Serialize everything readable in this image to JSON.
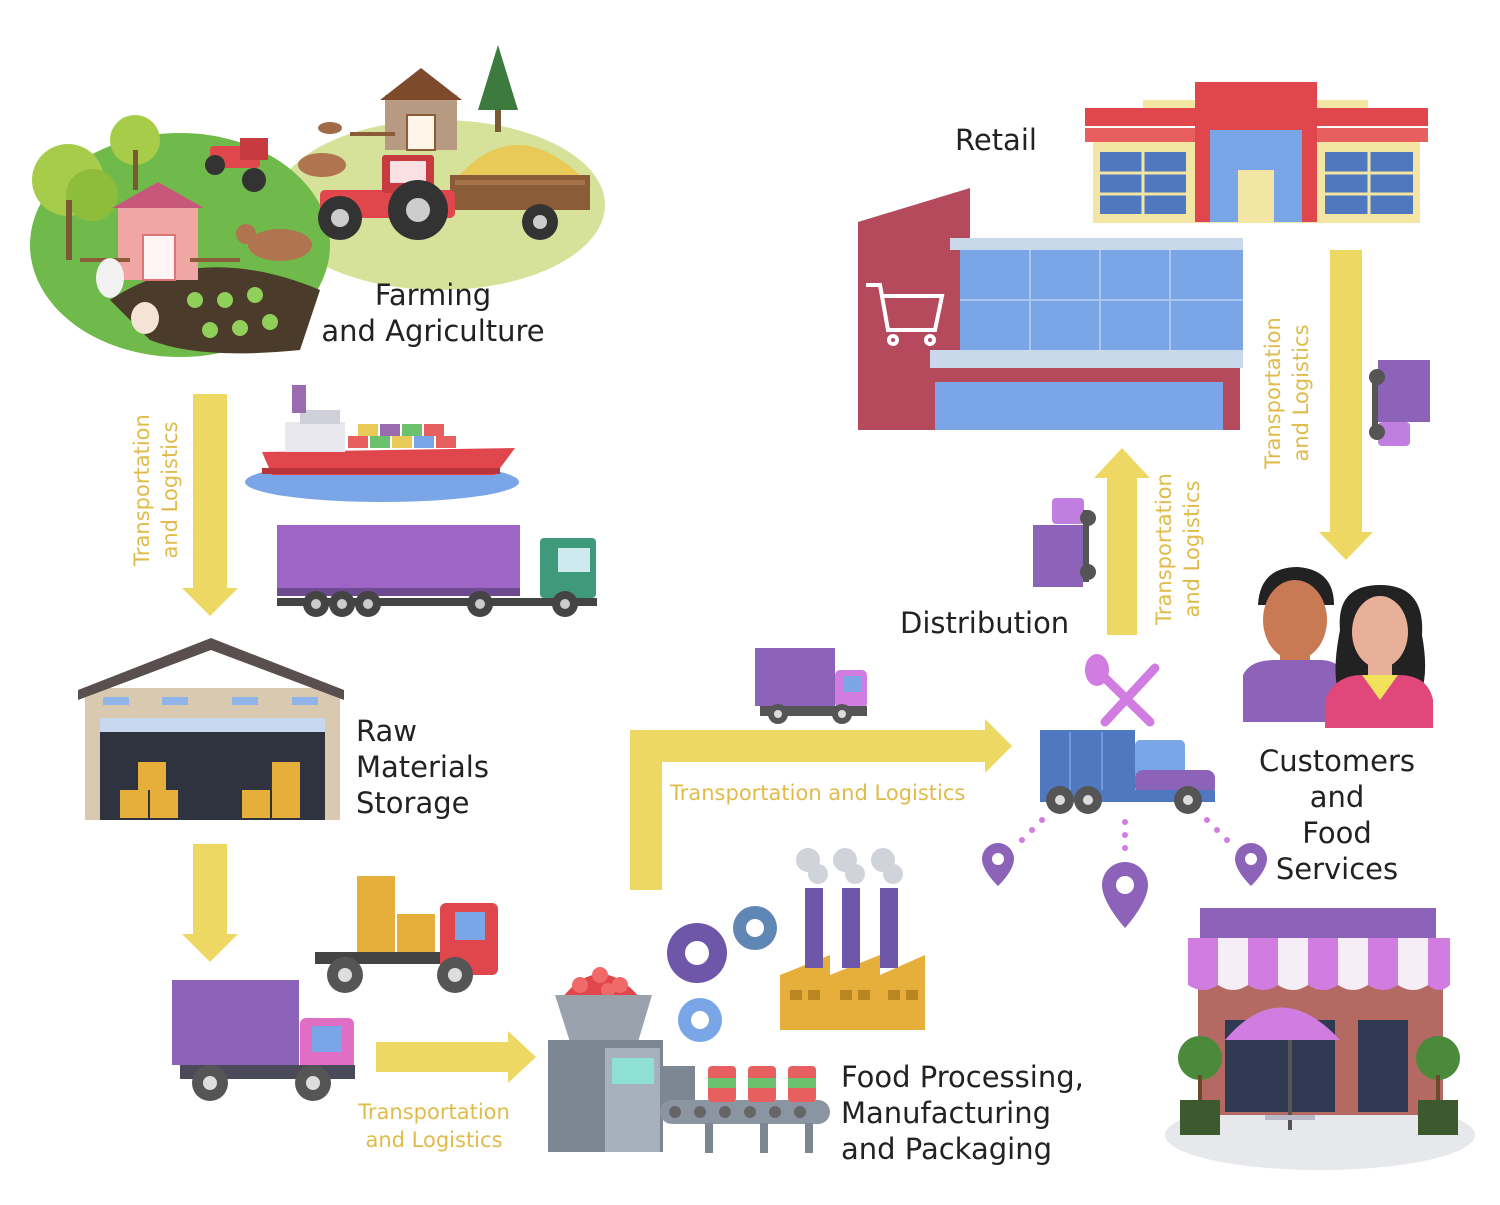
{
  "stages": {
    "farming": [
      "Farming",
      "and Agriculture"
    ],
    "storage": [
      "Raw",
      "Materials",
      "Storage"
    ],
    "processing": [
      "Food Processing,",
      "Manufacturing",
      "and Packaging"
    ],
    "distribution": [
      "Distribution"
    ],
    "retail": [
      "Retail"
    ],
    "customers": [
      "Customers",
      "and",
      "Food",
      "Services"
    ]
  },
  "transport": {
    "label_a": "Transportation",
    "label_b": "and Logistics",
    "label_full": "Transportation and Logistics"
  },
  "colors": {
    "arrow": "#ecd862",
    "transport_text": "#e0bb4a",
    "purple": "#8c63b8",
    "red": "#e0474c",
    "green": "#8dc63f",
    "blue": "#7aa6e8"
  }
}
